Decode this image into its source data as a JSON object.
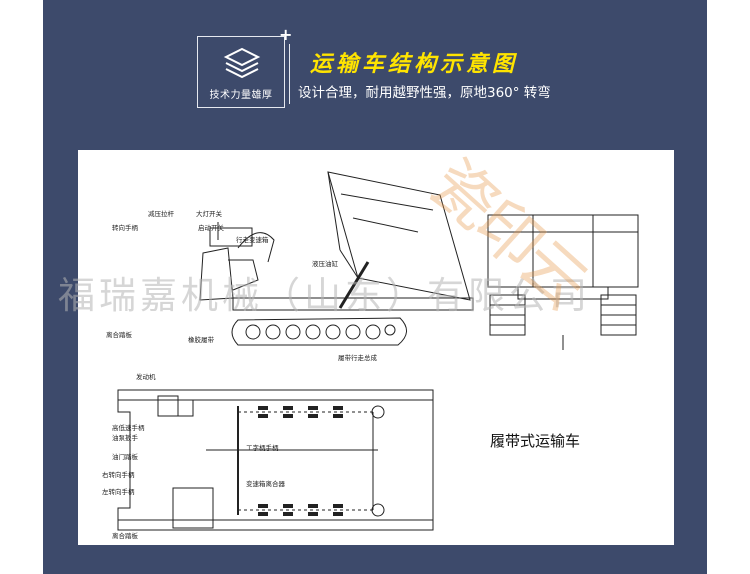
{
  "header": {
    "badge_text": "技术力量雄厚",
    "badge_plus": "+",
    "title": "运输车结构示意图",
    "subtitle": "设计合理，耐用越野性强，原地360° 转弯"
  },
  "side_view": {
    "labels": {
      "reduce_lever": "减压拉杆",
      "steer_handle": "转向手柄",
      "big_light_switch": "大灯开关",
      "start_switch": "启动开关",
      "travel_gearbox": "行走变速箱",
      "hydraulic_cyl": "液压油缸",
      "clutch_pedal": "离合踏板",
      "rubber_track": "橡胶履带",
      "track_travel": "履带行走总成"
    }
  },
  "top_view": {
    "labels": {
      "engine": "发动机",
      "hi_lo_handle": "高低速手柄",
      "oil_pump_lever": "油泵扳手",
      "throttle_pedal": "油门踏板",
      "right_steer": "右转向手柄",
      "left_steer": "左转向手柄",
      "clutch_pedal": "离合踏板",
      "work_handle": "工字柄手柄",
      "gearbox_clutch": "变速箱离合器"
    }
  },
  "caption": "履带式运输车",
  "watermark": {
    "company": "福瑞嘉机械（山东）有限公司",
    "stamp": "瓷印云"
  }
}
